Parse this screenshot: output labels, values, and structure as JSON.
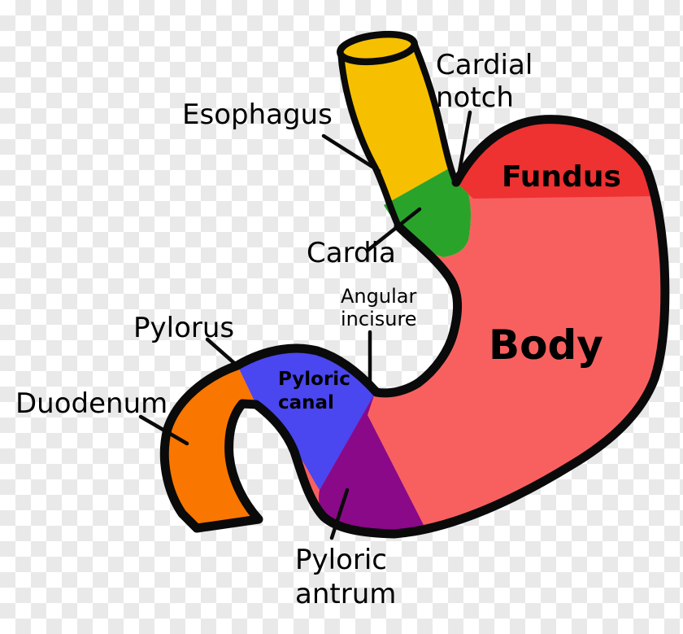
{
  "diagram": {
    "title": "Regions of the stomach (anatomy diagram on transparent checkerboard)",
    "labels": {
      "esophagus": "Esophagus",
      "cardial_notch": "Cardial\nnotch",
      "fundus": "Fundus",
      "cardia": "Cardia",
      "angular_incisure": "Angular\nincisure",
      "body": "Body",
      "pylorus": "Pylorus",
      "pyloric_canal": "Pyloric\ncanal",
      "duodenum": "Duodenum",
      "pyloric_antrum": "Pyloric\nantrum"
    },
    "colors": {
      "esophagus-yellow": "#F6C000",
      "cardia-green": "#2AA32B",
      "fundus-red": "#EE3131",
      "body-salmon": "#F86060",
      "pyloric-canal-blue": "#4A46F0",
      "pyloric-antrum-purple": "#8A0989",
      "duodenum-orange": "#F97600",
      "outline-black": "#0A0A0A",
      "label-text": "#000000",
      "checker-gray": "#E9E9E9",
      "checker-white": "#FFFFFF"
    }
  }
}
